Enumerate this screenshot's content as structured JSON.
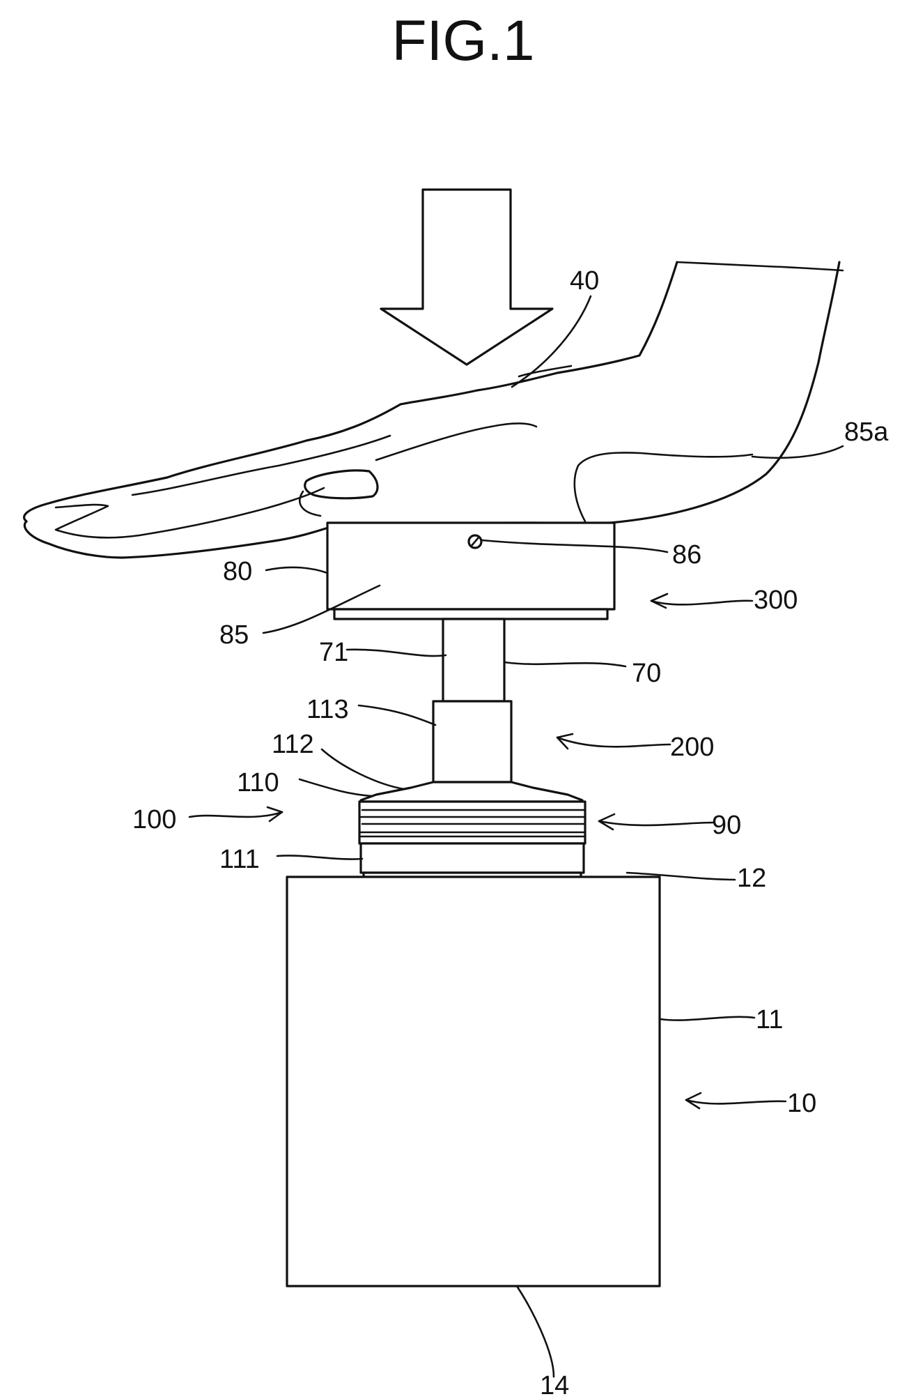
{
  "figure": {
    "title": "FIG.1"
  },
  "labels": {
    "l40": "40",
    "l85a": "85a",
    "l80": "80",
    "l86": "86",
    "l300": "300",
    "l85": "85",
    "l71": "71",
    "l70": "70",
    "l113": "113",
    "l200": "200",
    "l112": "112",
    "l110": "110",
    "l100": "100",
    "l90": "90",
    "l111": "111",
    "l12": "12",
    "l11": "11",
    "l10": "10",
    "l14": "14"
  },
  "colors": {
    "line": "#111111",
    "background": "#ffffff"
  }
}
